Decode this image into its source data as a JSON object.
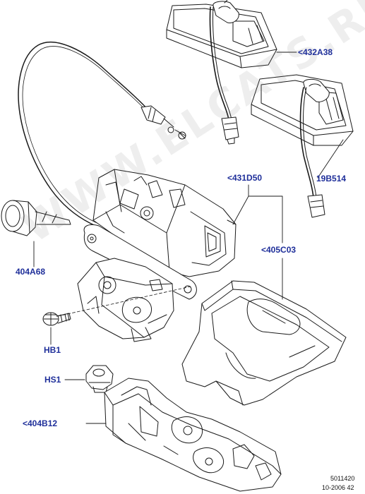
{
  "watermark": "WWW.ELCATS.RU",
  "callouts": [
    {
      "id": "432A38",
      "label": "<432A38"
    },
    {
      "id": "19B514",
      "label": "19B514"
    },
    {
      "id": "431D50",
      "label": "<431D50"
    },
    {
      "id": "405C03",
      "label": "<405C03"
    },
    {
      "id": "404A68",
      "label": "404A68"
    },
    {
      "id": "HB1",
      "label": "HB1"
    },
    {
      "id": "HS1",
      "label": "HS1"
    },
    {
      "id": "404B12",
      "label": "<404B12"
    }
  ],
  "ref": {
    "number": "5011420",
    "date": "10-2006 42"
  },
  "colors": {
    "callout": "#1f2f9a",
    "line": "#1a1a1a"
  }
}
